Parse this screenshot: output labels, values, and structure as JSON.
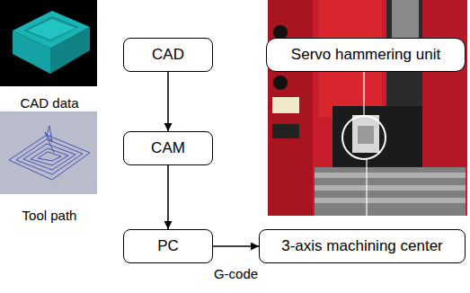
{
  "diagram": {
    "nodes": [
      {
        "text": [
          "CAD"
        ]
      },
      {
        "text": [
          "Servo hammering unit"
        ]
      },
      {
        "text": [
          "CAM"
        ]
      },
      {
        "text": [
          "PC"
        ]
      },
      {
        "text": [
          "3-axis machining center"
        ]
      }
    ],
    "edges": [
      {
        "from": 0,
        "to": 2,
        "arrow": "to"
      },
      {
        "from": 2,
        "to": 3,
        "arrow": "to"
      },
      {
        "from": 3,
        "to": 4,
        "arrow": "to",
        "label": "G-code"
      }
    ],
    "labels": [
      "CAD data",
      "Tool path"
    ]
  }
}
